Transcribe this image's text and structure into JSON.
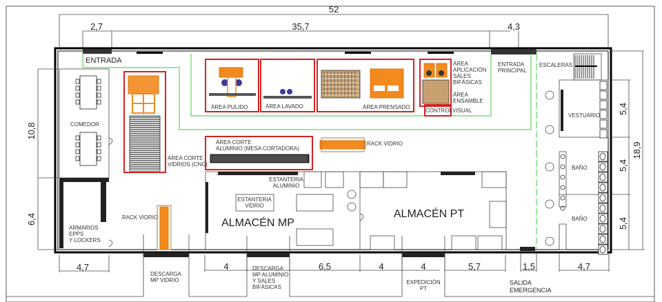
{
  "plan": {
    "title": "Plano de planta industrial",
    "dimensions": {
      "total_width": "52",
      "entrada_width": "2,7",
      "middle_width": "35,7",
      "entrada_principal_width": "4,3",
      "left_upper_height": "10,8",
      "left_lower_height": "6,4",
      "right_total_height": "18,9",
      "right_seg_1": "5,4",
      "right_seg_2": "5,4",
      "right_seg_3": "5,4",
      "bottom_1": "4,7",
      "bottom_2": "4",
      "bottom_3": "6,5",
      "bottom_4": "4",
      "bottom_5": "4",
      "bottom_6": "5,7",
      "bottom_7": "1,5",
      "bottom_8": "4,7"
    },
    "labels": {
      "entrada": "ENTRADA",
      "entrada_principal_1": "ENTRADA",
      "entrada_principal_2": "PRINCIPAL",
      "escaleras": "ESCALERAS",
      "vestuario": "VESTUARIO",
      "bano_1": "BAÑO",
      "bano_2": "BAÑO",
      "comedor": "COMEDOR",
      "armarios_1": "ARMARIOS",
      "armarios_2": "EPPS",
      "armarios_3": "Y LOCKERS",
      "area_pulido": "ÁREA PULIDO",
      "area_lavado": "ÁREA LAVADO",
      "area_prensado": "ÁREA PRENSADO",
      "area_aplicacion_1": "ÁREA",
      "area_aplicacion_2": "APLICACIÓN",
      "area_aplicacion_3": "SALES",
      "area_aplicacion_4": "BIFÁSICAS",
      "area_ensamble_1": "ÁREA",
      "area_ensamble_2": "ENSAMBLE",
      "control_1": "CONTROL",
      "control_2": "VISUAL",
      "corte_vidrios_1": "ÁREA CORTE",
      "corte_vidrios_2": "VIDRIOS (CNC)",
      "corte_aluminio_1": "ÁREA CORTE",
      "corte_aluminio_2": "ALUMINIO (MESA CORTADORA)",
      "rack_vidrio_top": "RACK VIDRIO",
      "rack_vidrio_left": "RACK VIDRIO",
      "estanteria_aluminio_1": "ESTANTERIA",
      "estanteria_aluminio_2": "ALUMINIO",
      "estanteria_vidrio_1": "ESTANTERIA",
      "estanteria_vidrio_2": "VIDRIO",
      "almacen_mp": "ALMACÉN MP",
      "almacen_pt": "ALMACÉN PT",
      "descarga_vidrio_1": "DESCARGA",
      "descarga_vidrio_2": "MP VIDRIO",
      "descarga_alu_1": "DESCARGA",
      "descarga_alu_2": "MP ALUMINIO",
      "descarga_alu_3": "Y SALES",
      "descarga_alu_4": "BIFÁSICAS",
      "expedicion_1": "EXPEDICIÓN",
      "expedicion_2": "PT",
      "salida_1": "SALIDA",
      "salida_2": "EMERGENCIA"
    },
    "colors": {
      "work_area_border": "#d42020",
      "flow_path": "#5fd35f",
      "machine": "#f28a1e",
      "wall": "#000000"
    }
  }
}
